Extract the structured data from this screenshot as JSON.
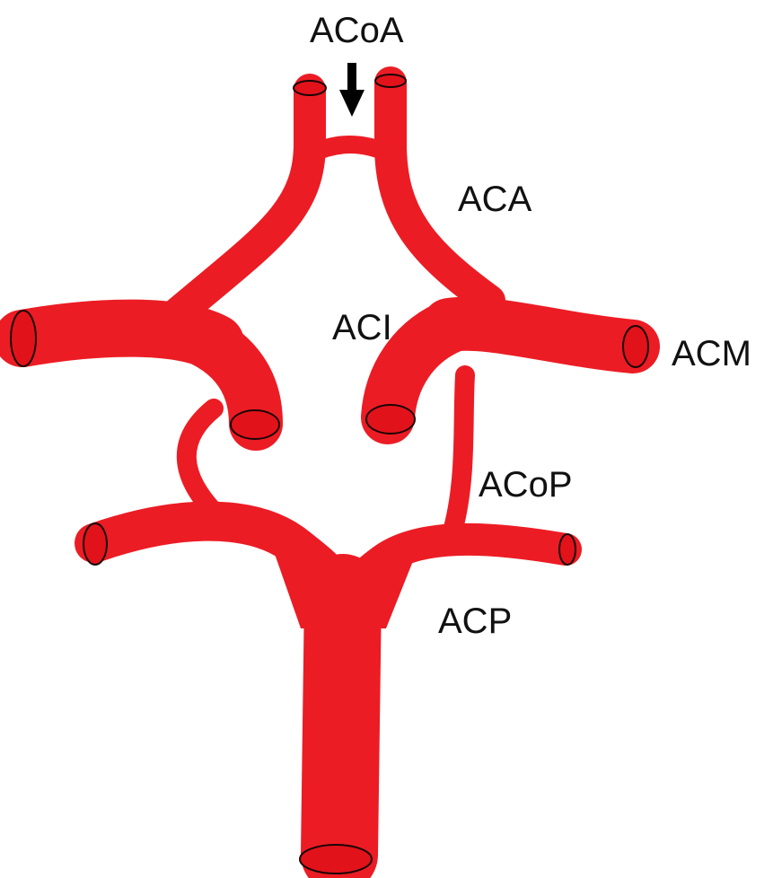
{
  "diagram": {
    "labels": {
      "acoa": "ACoA",
      "aca": "ACA",
      "aci": "ACI",
      "acm": "ACM",
      "acop": "ACoP",
      "acp": "ACP"
    },
    "colors": {
      "vessel": "#ec1c24",
      "vessel_cap": "#e2121b",
      "outline": "#1a0505",
      "arrow": "#000000",
      "text": "#111111",
      "background": "#ffffff"
    }
  }
}
